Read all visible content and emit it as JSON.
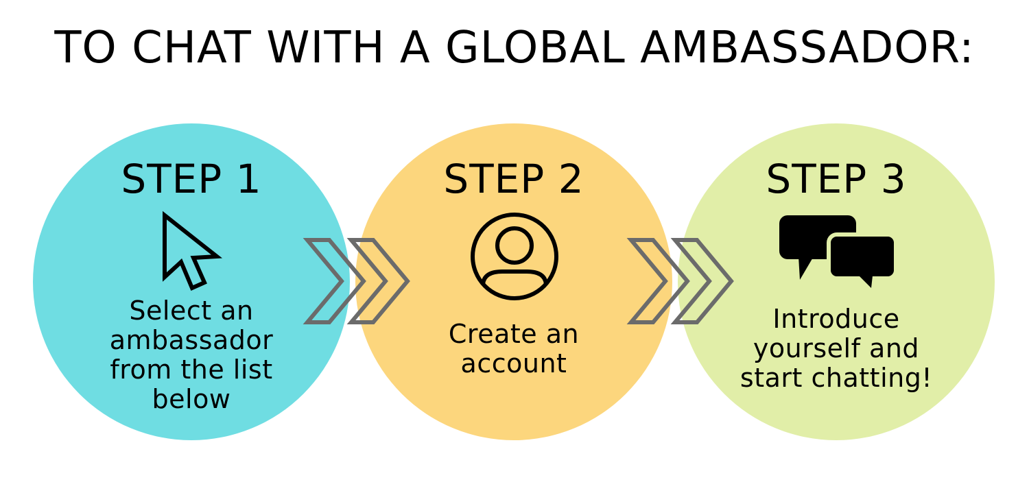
{
  "title": "TO CHAT WITH A GLOBAL AMBASSADOR:",
  "colors": {
    "step1": "#6fdde2",
    "step2": "#fcd67d",
    "step3": "#e1eea8",
    "chevron": "#6b6b6b"
  },
  "steps": [
    {
      "label": "STEP 1",
      "icon": "cursor-arrow-icon",
      "lines": [
        "Select an",
        "ambassador",
        "from the list",
        "below"
      ]
    },
    {
      "label": "STEP 2",
      "icon": "user-account-icon",
      "lines": [
        "Create an",
        "account"
      ]
    },
    {
      "label": "STEP 3",
      "icon": "chat-bubbles-icon",
      "lines": [
        "Introduce",
        "yourself and",
        "start chatting!"
      ]
    }
  ],
  "connectors": [
    {
      "icon": "double-chevron-right-icon"
    },
    {
      "icon": "double-chevron-right-icon"
    }
  ]
}
